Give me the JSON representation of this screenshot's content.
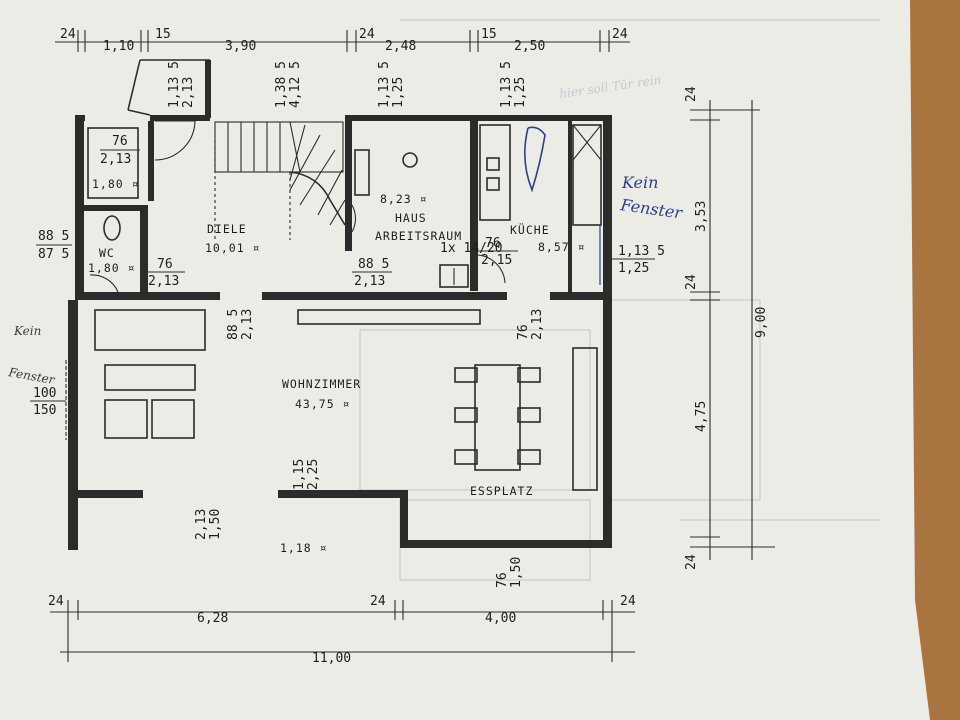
{
  "dimensions_top": {
    "d1": "24",
    "d2": "1,10",
    "d3": "15",
    "d4": "3,90",
    "d5": "24",
    "d6": "2,48",
    "d7": "15",
    "d8": "2,50",
    "d9": "24"
  },
  "dimensions_bottom": {
    "b1": "24",
    "b2": "6,28",
    "b3": "24",
    "b4": "4,00",
    "b5": "24",
    "total": "11,00"
  },
  "dimensions_right": {
    "r1": "24",
    "r2": "3,53",
    "r3": "24",
    "r4": "4,75",
    "r5": "24",
    "total": "9,00"
  },
  "openings": {
    "o1_top": "1,13 5",
    "o1_bot": "2,13",
    "o2_top": "1,38 5",
    "o2_bot": "4,12 5",
    "o3_top": "1,13 5",
    "o3_bot": "1,25",
    "o4_top": "1,13 5",
    "o4_bot": "1,25",
    "o5_top": "76",
    "o5_bot": "2,13",
    "o6_top": "88 5",
    "o6_bot": "87 5",
    "o7_top": "76",
    "o7_bot": "2,13",
    "o8_top": "88 5",
    "o8_bot": "2,13",
    "o9_top": "88 5",
    "o9_bot": "2,13",
    "o10_top": "76",
    "o10_bot": "2,15",
    "o11_top": "1,13 5",
    "o11_bot": "1,25",
    "o12_top": "76",
    "o12_bot": "2,13",
    "o13_top": "100",
    "o13_bot": "150",
    "o14_top": "1,15",
    "o14_bot": "2,25",
    "o15_top": "2,13",
    "o15_bot": "1,50",
    "o16_top": "76",
    "o16_bot": "1,50",
    "o17": "1x 14/20"
  },
  "rooms": {
    "closet_area": "1,80 ¤",
    "wc_label": "WC",
    "wc_area": "1,80 ¤",
    "diele_label": "DIELE",
    "diele_area": "10,01 ¤",
    "haus_area": "8,23 ¤",
    "haus_label1": "HAUS",
    "haus_label2": "ARBEITSRAUM",
    "kueche_label": "KÜCHE",
    "kueche_area": "8,57 ¤",
    "wohn_label": "WOHNZIMMER",
    "wohn_area": "43,75 ¤",
    "ess_label": "ESSPLATZ",
    "terrace_area": "1,18 ¤"
  },
  "handwritten": {
    "kein_fenster_right1": "Kein",
    "kein_fenster_right2": "Fenster",
    "kein_fenster_left1": "Kein",
    "kein_fenster_left2": "Fenster",
    "top_note": "hier soll Tür rein"
  }
}
